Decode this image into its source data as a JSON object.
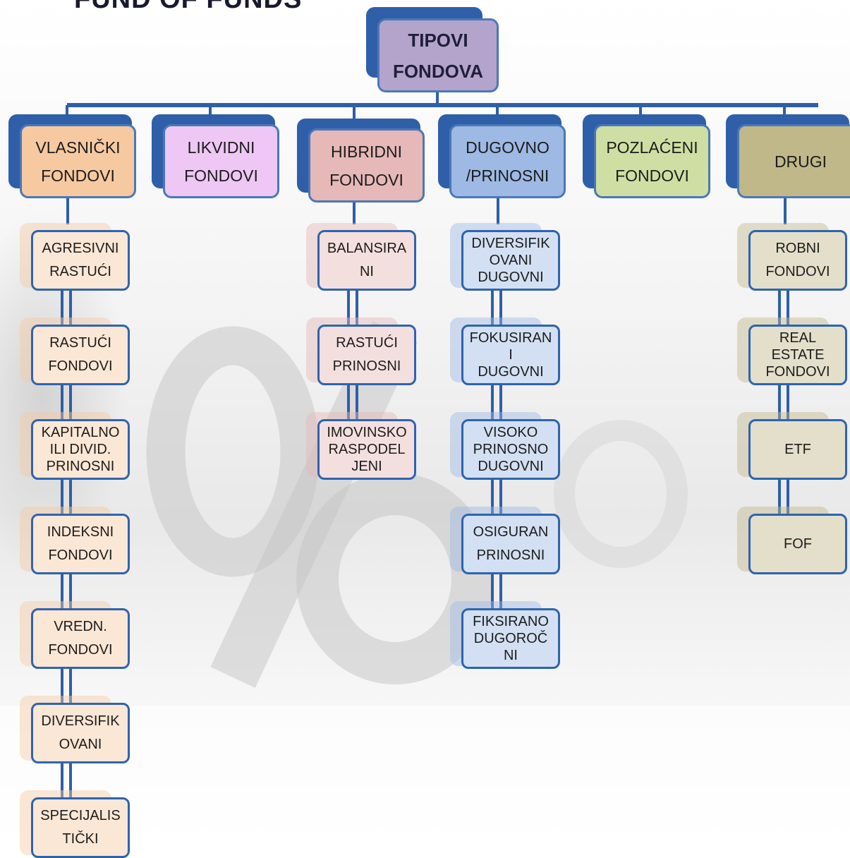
{
  "page": {
    "partial_title": "FUND OF FUNDS"
  },
  "colors": {
    "navy": "#2f5fa8",
    "connector": "#2e5fa8",
    "root": "#b4a4cc",
    "vlasnicki": "#f7c9a1",
    "likvidni": "#eec7f5",
    "hibridni": "#e6b8b8",
    "dugovno": "#9db9e4",
    "pozlaceni": "#cfdfa4",
    "drugi": "#c1b889"
  },
  "root": {
    "label": "TIPOVI\nFONDOVA"
  },
  "categories": [
    {
      "key": "vlasnicki",
      "label": "VLASNIČKI\nFONDOVI",
      "children": [
        "AGRESIVNI\nRASTUĆI",
        "RASTUĆI\nFONDOVI",
        "KAPITALNO\nILI DIVID.\nPRINOSNI",
        "INDEKSNI\nFONDOVI",
        "VREDN.\nFONDOVI",
        "DIVERSIFIK\nOVANI",
        "SPECIJALIS\nTIČKI"
      ]
    },
    {
      "key": "likvidni",
      "label": "LIKVIDNI\nFONDOVI",
      "children": []
    },
    {
      "key": "hibridni",
      "label": "HIBRIDNI\nFONDOVI",
      "children": [
        "BALANSIRA\nNI",
        "RASTUĆI\nPRINOSNI",
        "IMOVINSKO\nRASPODEL\nJENI"
      ]
    },
    {
      "key": "dugovno",
      "label": "DUGOVNO\n/PRINOSNI",
      "children": [
        "DIVERSIFIK\nOVANI\nDUGOVNI",
        "FOKUSIRAN\nI\nDUGOVNI",
        "VISOKO\nPRINOSNO\nDUGOVNI",
        "OSIGURAN\nPRINOSNI",
        "FIKSIRANO\nDUGOROČ\nNI"
      ]
    },
    {
      "key": "pozlaceni",
      "label": "POZLAĆENI\nFONDOVI",
      "children": []
    },
    {
      "key": "drugi",
      "label": "DRUGI",
      "children": [
        "ROBNI\nFONDOVI",
        "REAL\nESTATE\nFONDOVI",
        "ETF",
        "FOF"
      ]
    }
  ]
}
